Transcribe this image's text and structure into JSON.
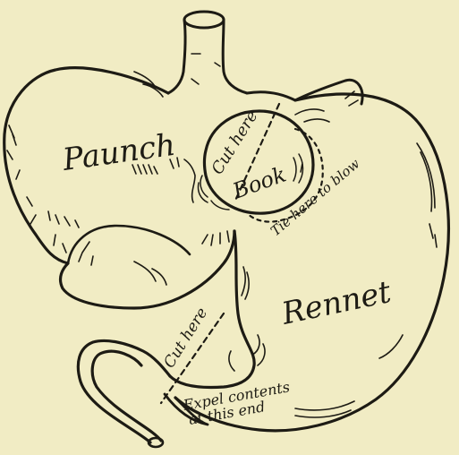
{
  "colors": {
    "paper": "#f1ecc4",
    "ink": "#1d1b14"
  },
  "labels": {
    "paunch": "Paunch",
    "book": "Book",
    "rennet": "Rennet",
    "cut_here_upper": "Cut here",
    "cut_here_lower": "Cut here",
    "tie_here": "Tie here to blow",
    "expel_line1": "Expel contents",
    "expel_line2": "at this end"
  }
}
